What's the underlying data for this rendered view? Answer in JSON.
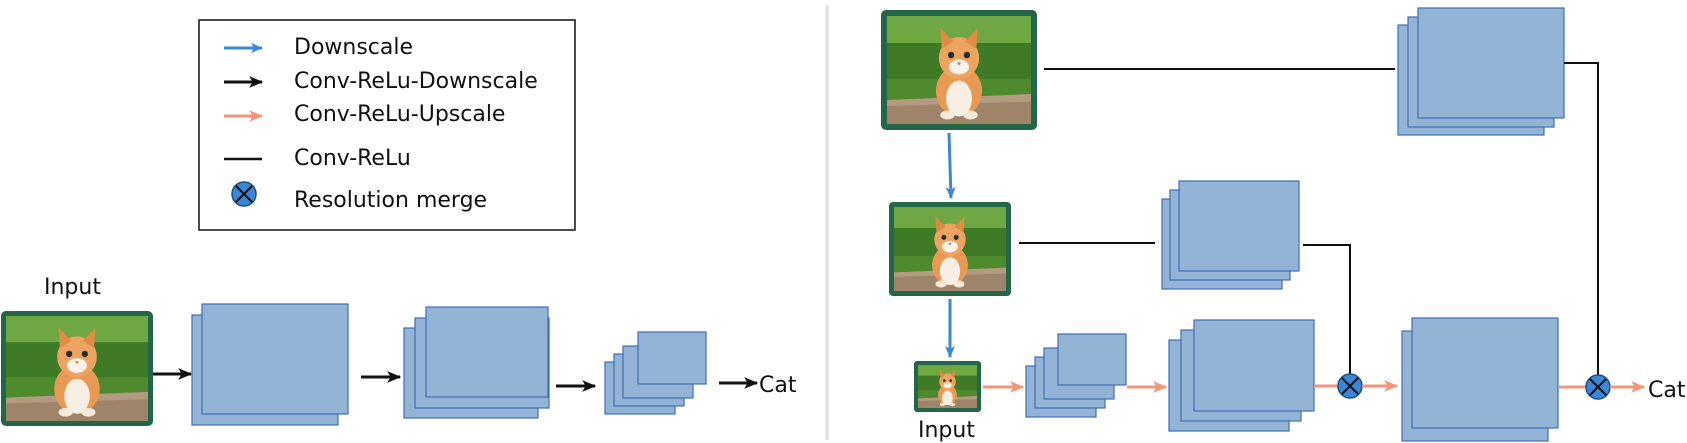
{
  "legend": {
    "items": [
      {
        "label": "Downscale",
        "kind": "arrow-blue"
      },
      {
        "label": "Conv-ReLu-Downscale",
        "kind": "arrow-black"
      },
      {
        "label": "Conv-ReLu-Upscale",
        "kind": "arrow-salmon"
      },
      {
        "label": "Conv-ReLu",
        "kind": "line-black"
      },
      {
        "label": "Resolution merge",
        "kind": "merge-circle"
      }
    ]
  },
  "left_panel": {
    "input_label": "Input",
    "output_label": "Cat"
  },
  "right_panel": {
    "input_label": "Input",
    "output_label": "Cat"
  },
  "colors": {
    "block_fill": "#94b4d6",
    "block_stroke": "#3d6db3",
    "photo_border": "#24664a",
    "downscale_arrow": "#3a87d6",
    "upscale_arrow": "#f2957a",
    "merge_fill": "#3a87d6",
    "divider": "#dde2ea"
  },
  "icons": {
    "merge": "circle-x-icon",
    "photo": "kitten-photo"
  }
}
